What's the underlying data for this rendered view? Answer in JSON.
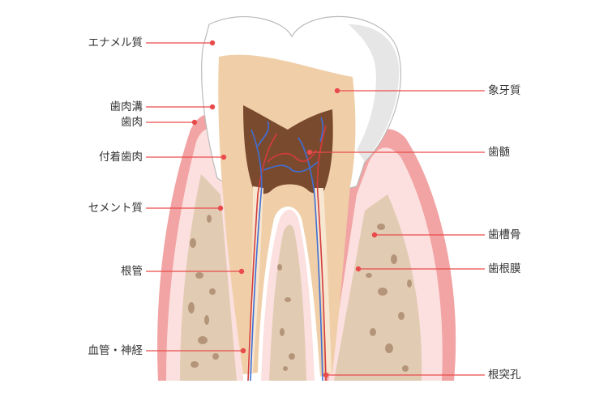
{
  "diagram": {
    "colors": {
      "leader_line": "#e94b4b",
      "enamel": "#ffffff",
      "enamel_shadow": "#e6e6e6",
      "dentin": "#f0cfa8",
      "pulp": "#7a4a2f",
      "gum_outer": "#f2a3a3",
      "gum_inner": "#fbe0df",
      "bone": "#e2cbb3",
      "bone_pore": "#8f6a4d",
      "artery": "#d43c3c",
      "vein": "#3f6fd6"
    },
    "labels_left": [
      {
        "id": "enamel",
        "text": "エナメル質"
      },
      {
        "id": "gingival-sulcus",
        "text": "歯肉溝"
      },
      {
        "id": "gingiva",
        "text": "歯肉"
      },
      {
        "id": "attached-gingiva",
        "text": "付着歯肉"
      },
      {
        "id": "cementum",
        "text": "セメント質"
      },
      {
        "id": "root-canal",
        "text": "根管"
      },
      {
        "id": "vessels-nerves",
        "text": "血管・神経"
      }
    ],
    "labels_right": [
      {
        "id": "dentin",
        "text": "象牙質"
      },
      {
        "id": "pulp",
        "text": "歯髄"
      },
      {
        "id": "alveolar-bone",
        "text": "歯槽骨"
      },
      {
        "id": "periodontal-ligament",
        "text": "歯根膜"
      },
      {
        "id": "apical-foramen",
        "text": "根突孔"
      }
    ]
  }
}
